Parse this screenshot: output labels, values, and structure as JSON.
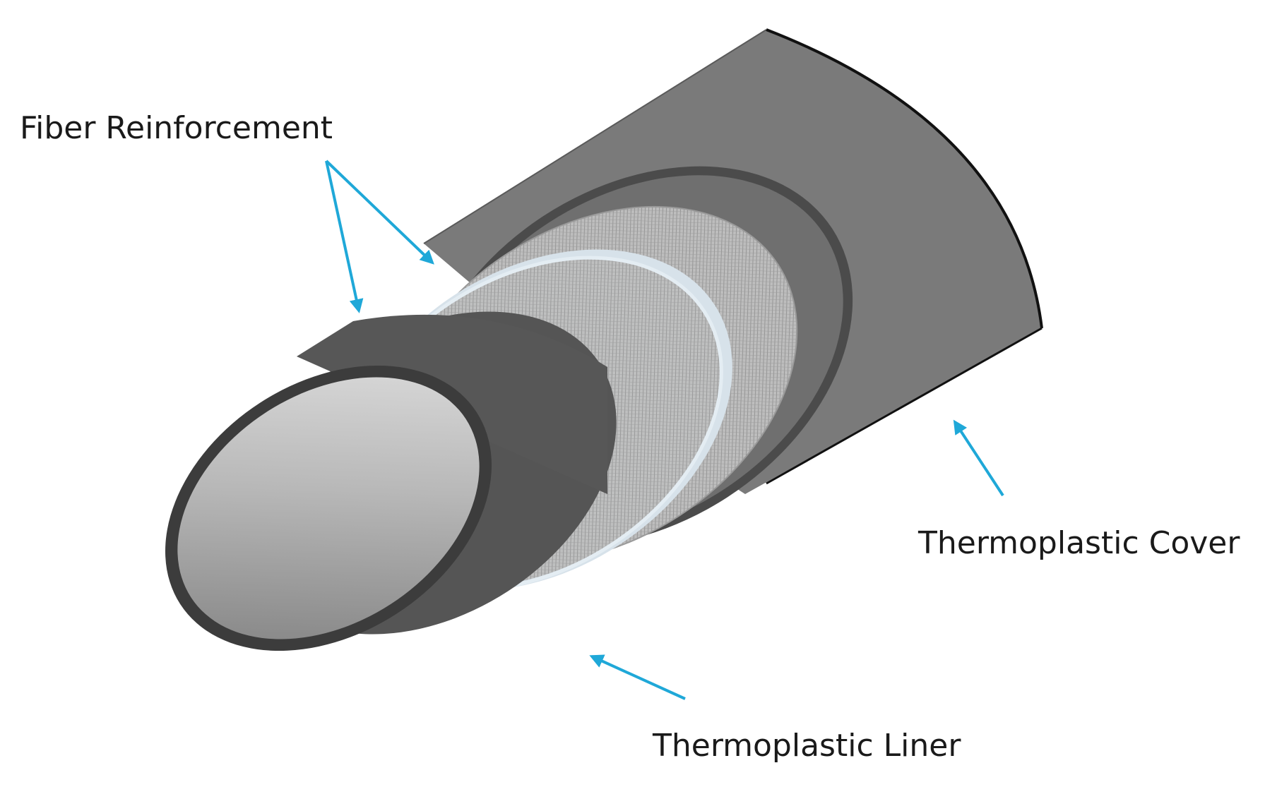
{
  "labels": {
    "fiber": "Fiber Reinforcement",
    "cover": "Thermoplastic Cover",
    "liner": "Thermoplastic Liner"
  },
  "colors": {
    "arrow": "#1fa8d8",
    "cover": "#7a7a7a",
    "cover_end": "#656565",
    "liner": "#555555",
    "rim": "#3c3c3c",
    "mesh": "#a9a9a9",
    "mesh_band": "#cfdce6",
    "bore_light": "#dddddd",
    "bore_dark": "#7a7a7a",
    "outline": "#111111"
  }
}
